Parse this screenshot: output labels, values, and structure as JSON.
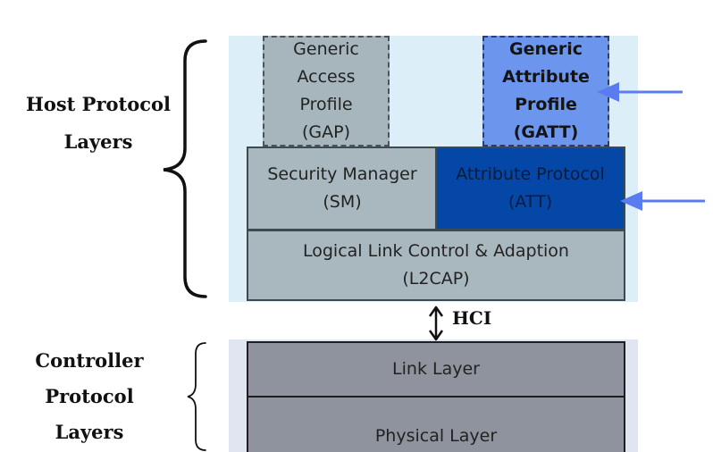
{
  "side_labels": {
    "host": [
      "Host Protocol",
      "Layers"
    ],
    "controller": [
      "Controller",
      "Protocol",
      "Layers"
    ]
  },
  "boxes": {
    "gap": [
      "Generic",
      "Access",
      "Profile",
      "(GAP)"
    ],
    "gatt": [
      "Generic",
      "Attribute",
      "Profile",
      "(GATT)"
    ],
    "sm": [
      "Security Manager",
      "(SM)"
    ],
    "att": [
      "Attribute Protocol",
      "(ATT)"
    ],
    "l2cap": [
      "Logical Link Control & Adaption",
      "(L2CAP)"
    ],
    "link_layer": "Link Layer",
    "physical_layer": "Physical Layer"
  },
  "interface_label": "HCI",
  "colors": {
    "host_background": "#dceef8",
    "controller_background": "#dfe6f2",
    "gatt_highlight": "#6c96ee",
    "att_highlight": "#0547a7",
    "arrow": "#5b7cf0"
  }
}
